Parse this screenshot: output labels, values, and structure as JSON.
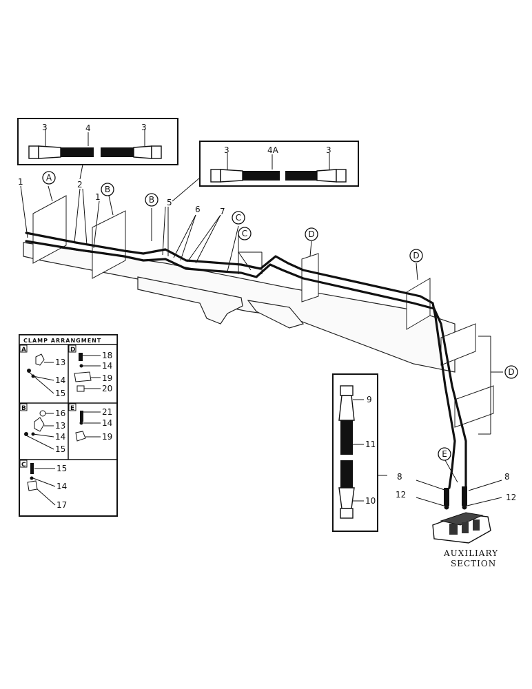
{
  "inset_hose_4": {
    "left_part": "3",
    "center_part": "4",
    "right_part": "3"
  },
  "inset_hose_4a": {
    "left_part": "3",
    "center_part": "4A",
    "right_part": "3"
  },
  "callouts": {
    "n1a": "1",
    "n2": "2",
    "n1b": "1",
    "n5": "5",
    "n6": "6",
    "n7": "7",
    "n8a": "8",
    "n8b": "8",
    "n12a": "12",
    "n12b": "12"
  },
  "clamp_circles": {
    "a": "A",
    "b1": "B",
    "b2": "B",
    "c1": "C",
    "c2": "C",
    "d1": "D",
    "d2": "D",
    "d3": "D",
    "e": "E"
  },
  "clamp_table": {
    "header": "CLAMP ARRANGMENT",
    "a": {
      "label": "A",
      "parts": [
        "13",
        "14",
        "15"
      ]
    },
    "b": {
      "label": "B",
      "parts": [
        "16",
        "13",
        "14",
        "15"
      ]
    },
    "c": {
      "label": "C",
      "parts": [
        "15",
        "14",
        "17"
      ]
    },
    "d": {
      "label": "D",
      "parts": [
        "18",
        "14",
        "19",
        "20"
      ]
    },
    "e": {
      "label": "E",
      "parts": [
        "21",
        "14",
        "19"
      ]
    }
  },
  "fitting_inset": {
    "top": "9",
    "middle": "11",
    "bottom": "10"
  },
  "caption": {
    "line1": "AUXILIARY",
    "line2": "SECTION"
  }
}
